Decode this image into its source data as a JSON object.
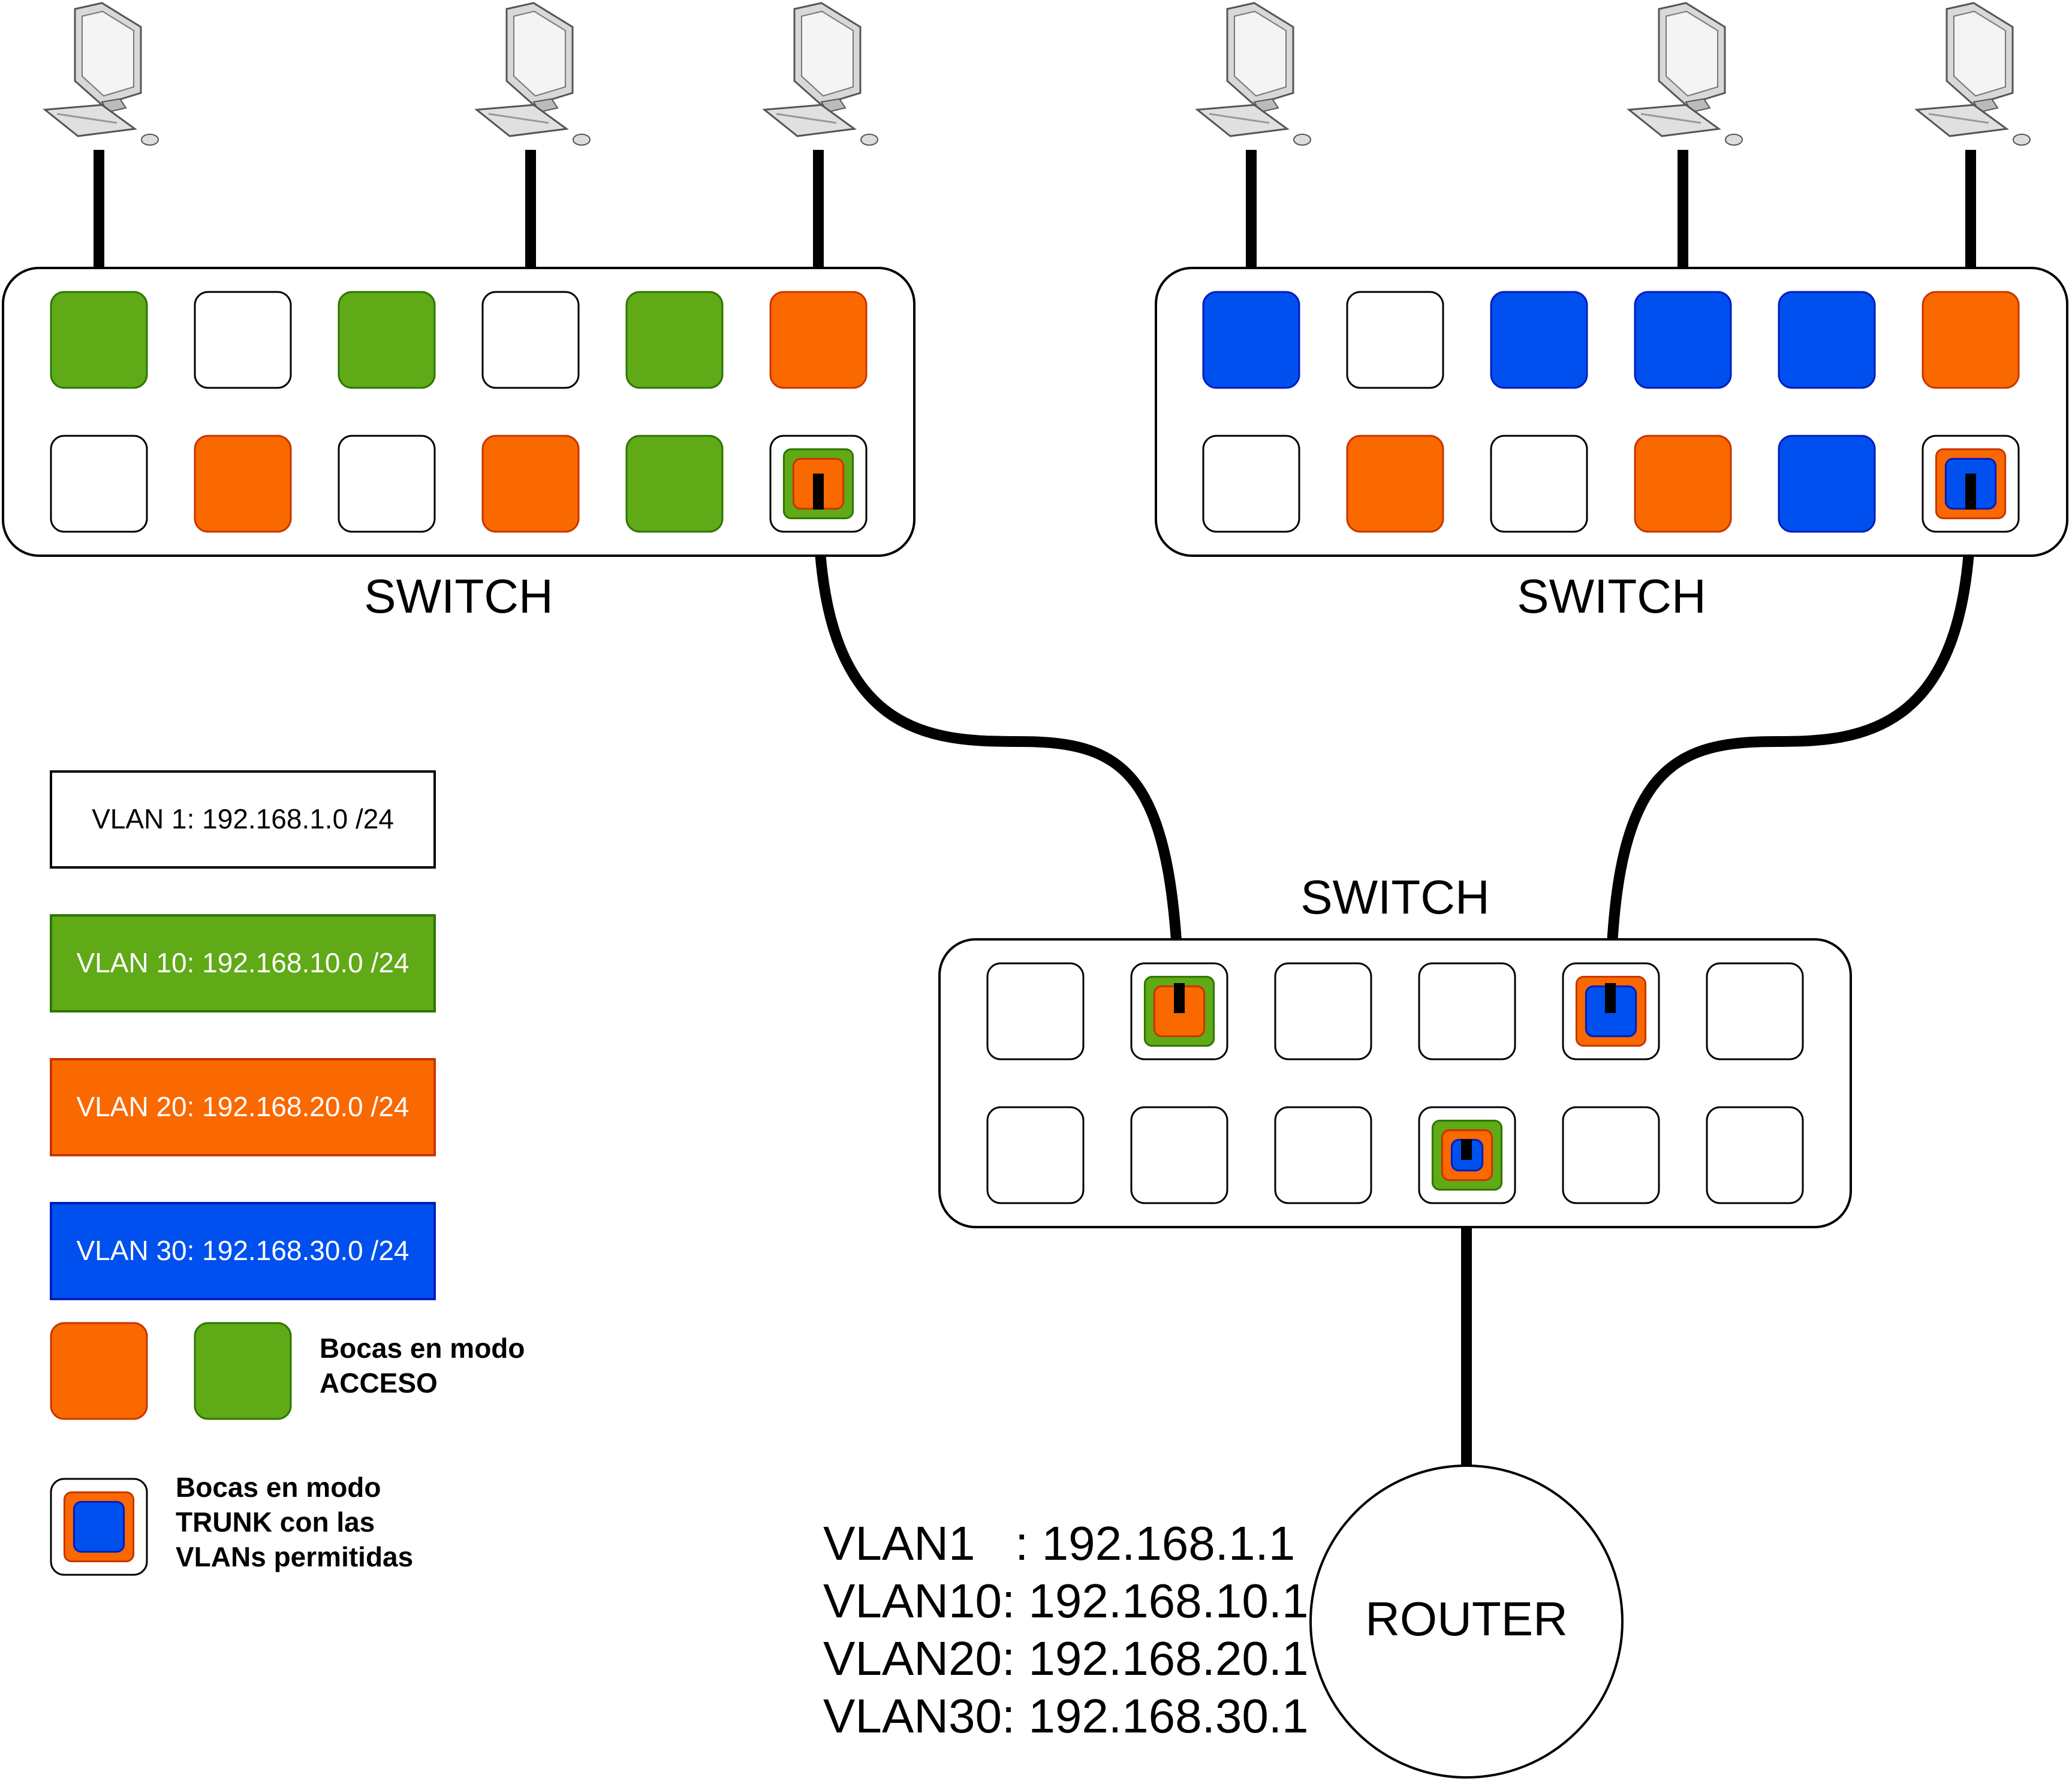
{
  "colors": {
    "vlan1": "#ffffff",
    "vlan10": "#60a917",
    "vlan10_border": "#2d7600",
    "vlan20": "#fa6800",
    "vlan20_border": "#c73500",
    "vlan30": "#0050ef",
    "vlan30_border": "#001dbc",
    "cable": "#000000"
  },
  "switches": [
    {
      "label": "SWITCH",
      "ports": [
        [
          "vlan10",
          "vlan1",
          "vlan10",
          "vlan1",
          "vlan10",
          "vlan20"
        ],
        [
          "vlan1",
          "vlan20",
          "vlan1",
          "vlan20",
          "vlan10",
          "trunk-10-20"
        ]
      ]
    },
    {
      "label": "SWITCH",
      "ports": [
        [
          "vlan30",
          "vlan1",
          "vlan30",
          "vlan30",
          "vlan30",
          "vlan20"
        ],
        [
          "vlan1",
          "vlan20",
          "vlan1",
          "vlan20",
          "vlan30",
          "trunk-20-30"
        ]
      ]
    },
    {
      "label": "SWITCH",
      "ports": [
        [
          "vlan1",
          "trunk-10-20",
          "vlan1",
          "vlan1",
          "trunk-20-30",
          "vlan1"
        ],
        [
          "vlan1",
          "vlan1",
          "vlan1",
          "trunk-10-20-30",
          "vlan1",
          "vlan1"
        ]
      ]
    }
  ],
  "computers_icon": "desktop-computer-icon",
  "legend": {
    "vlans": [
      {
        "key": "vlan1",
        "text": "VLAN 1: 192.168.1.0 /24"
      },
      {
        "key": "vlan10",
        "text": "VLAN 10: 192.168.10.0 /24"
      },
      {
        "key": "vlan20",
        "text": "VLAN 20: 192.168.20.0 /24"
      },
      {
        "key": "vlan30",
        "text": "VLAN 30: 192.168.30.0 /24"
      }
    ],
    "access_lines": [
      "Bocas en modo",
      "ACCESO"
    ],
    "trunk_lines": [
      "Bocas en modo",
      "TRUNK con las",
      "VLANs permitidas"
    ]
  },
  "router": {
    "label": "ROUTER",
    "ip_lines": [
      "VLAN1   : 192.168.1.1",
      "VLAN10: 192.168.10.1",
      "VLAN20: 192.168.20.1",
      "VLAN30: 192.168.30.1"
    ]
  }
}
